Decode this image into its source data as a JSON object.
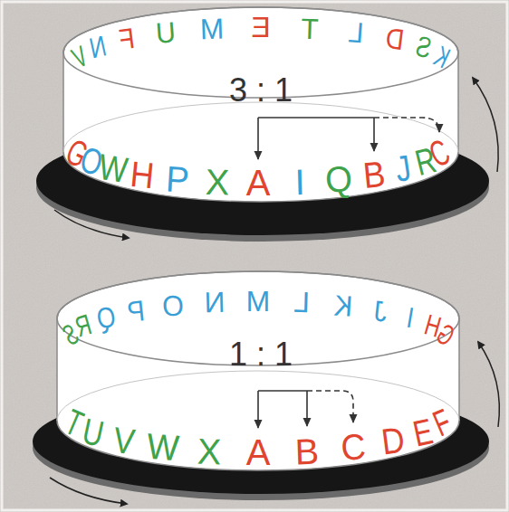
{
  "diagram": {
    "labels": [
      "V",
      "N",
      "F",
      "U",
      "M",
      "E",
      "T",
      "L",
      "D",
      "S",
      "K",
      "3 : 1",
      "G",
      "O",
      "W",
      "H",
      "P",
      "X",
      "A",
      "I",
      "Q",
      "B",
      "J",
      "R",
      "C",
      "S",
      "R",
      "Q",
      "P",
      "O",
      "N",
      "M",
      "L",
      "K",
      "J",
      "I",
      "H",
      "G",
      "1 : 1",
      "T",
      "U",
      "V",
      "W",
      "X",
      "A",
      "B",
      "C",
      "D",
      "E",
      "F"
    ]
  }
}
